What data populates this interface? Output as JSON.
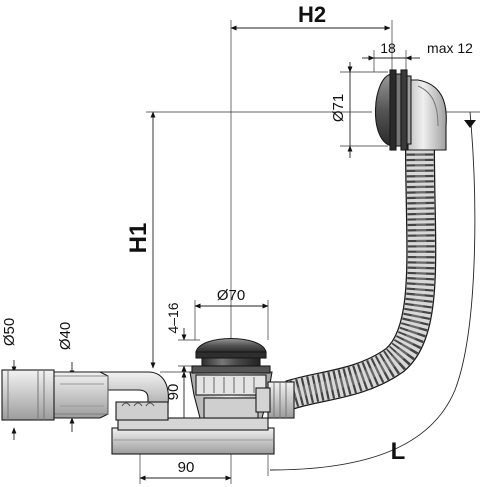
{
  "labels": {
    "h2": "H2",
    "h1": "H1",
    "l": "L",
    "d18": "18",
    "max12": "max 12",
    "d71": "Ø71",
    "d70": "Ø70",
    "d50": "Ø50",
    "d40": "Ø40",
    "range416": "4–16",
    "v90": "90",
    "h90": "90"
  },
  "colors": {
    "ink": "#1a1a1a",
    "metal_dark": "#3a3a3a",
    "metal_mid": "#8c8c8c",
    "plastic_light": "#d9d9d9",
    "plastic_mid": "#bdbdbd"
  }
}
